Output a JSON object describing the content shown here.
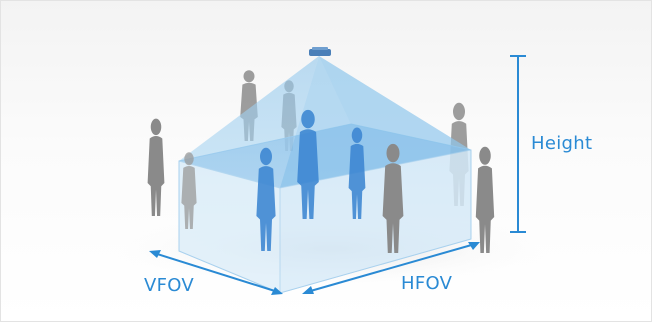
{
  "labels": {
    "height": "Height",
    "vfov": "VFOV",
    "hfov": "HFOV"
  },
  "colors": {
    "accent": "#2a8ad4",
    "cone_fill": "#8cc4ec",
    "figure_gray": "#8a8a8a",
    "figure_blue": "#3c86d2"
  },
  "icons": [
    "camera-sensor-icon",
    "person-silhouette-icon"
  ]
}
